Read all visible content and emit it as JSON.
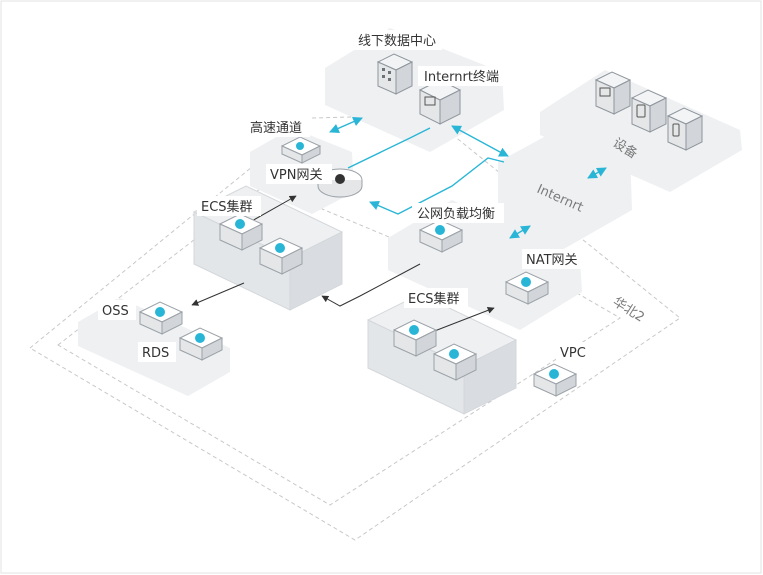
{
  "labels": {
    "offline_dc": "线下数据中心",
    "internet_terminal": "Internrt终端",
    "express_connect": "高速通道",
    "vpn_gateway": "VPN网关",
    "ecs_cluster_1": "ECS集群",
    "oss": "OSS",
    "rds": "RDS",
    "public_slb": "公网负载均衡",
    "internet": "Internrt",
    "devices": "设备",
    "nat_gateway": "NAT网关",
    "region": "华北2",
    "ecs_cluster_2": "ECS集群",
    "vpc": "VPC"
  },
  "colors": {
    "accent": "#29b6d6",
    "zone_fill": "#eef0f2",
    "line_dark": "#333333",
    "dashed": "#c8c8c8"
  }
}
